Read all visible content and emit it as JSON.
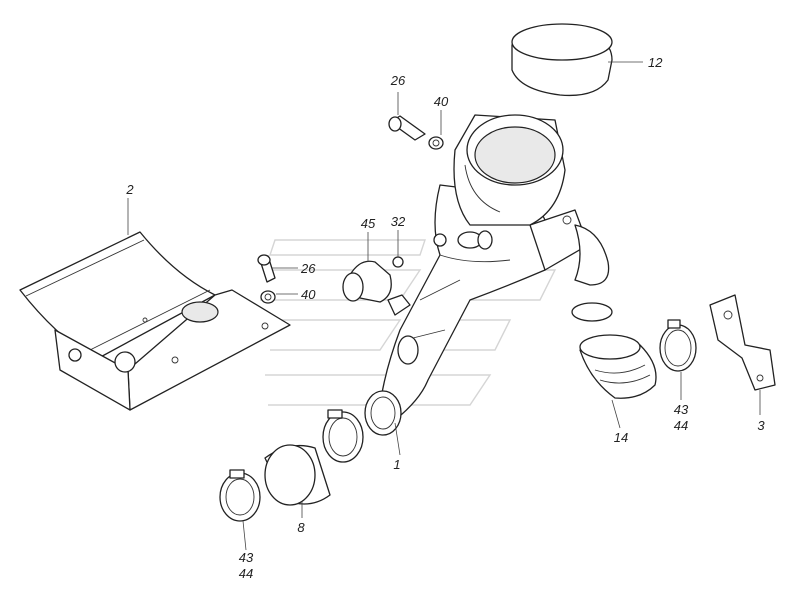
{
  "diagram": {
    "callouts": {
      "c1": "1",
      "c2": "2",
      "c3": "3",
      "c8": "8",
      "c12": "12",
      "c14": "14",
      "c26a": "26",
      "c26b": "26",
      "c32": "32",
      "c40a": "40",
      "c40b": "40",
      "c43a": "43",
      "c44a": "44",
      "c43b": "43",
      "c44b": "44",
      "c45": "45"
    }
  }
}
